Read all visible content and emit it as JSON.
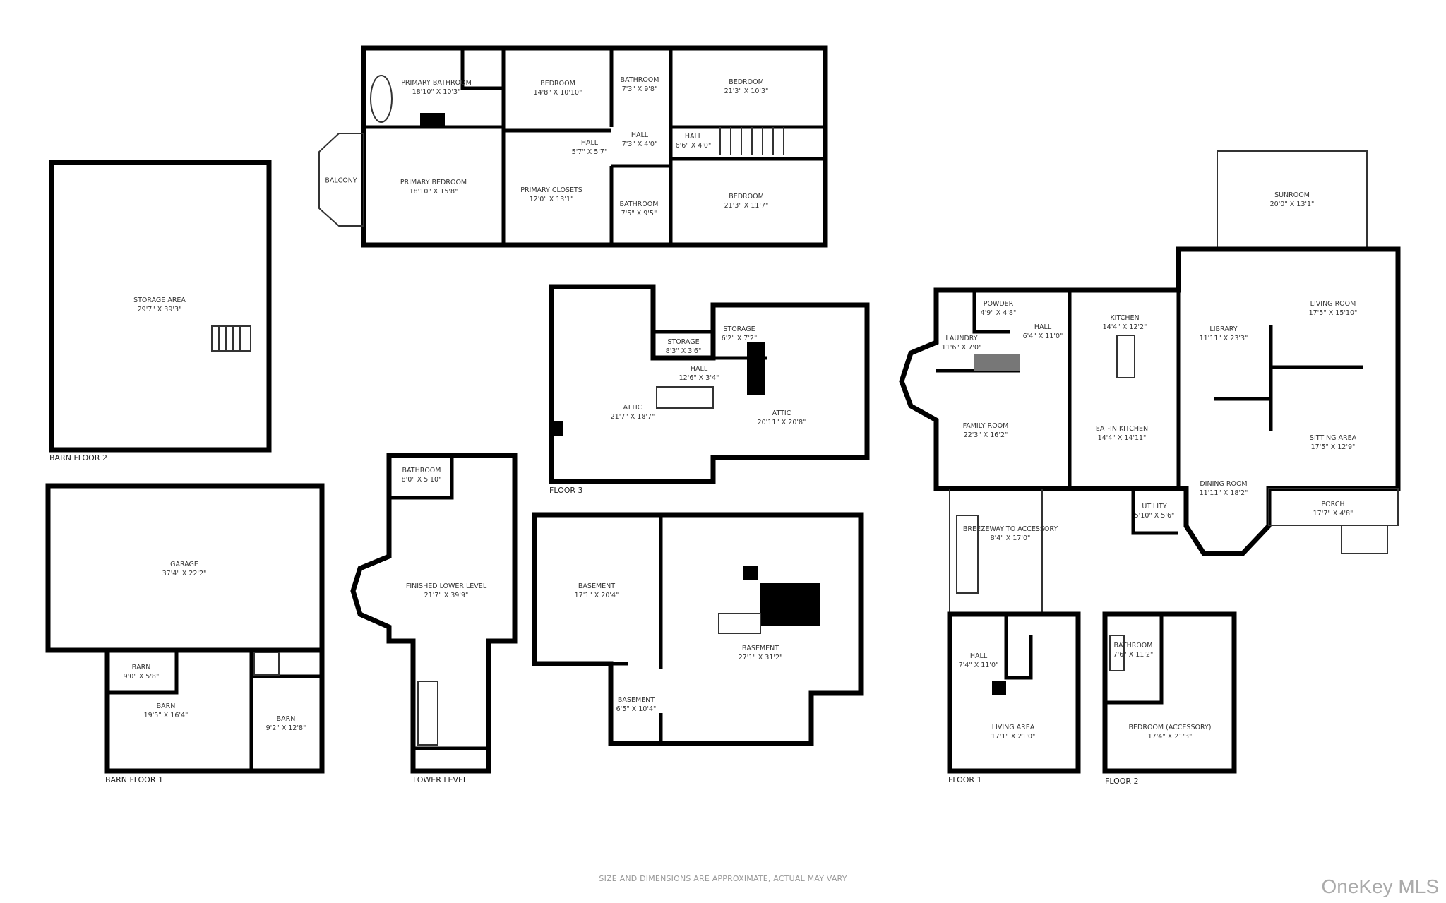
{
  "plans": [
    {
      "title": "",
      "rooms": [
        {
          "name": "Primary Bathroom",
          "dims": "18'10\" x 10'3\""
        },
        {
          "name": "Bedroom",
          "dims": "14'8\" x 10'10\""
        },
        {
          "name": "Bathroom",
          "dims": "7'3\" x 9'8\""
        },
        {
          "name": "Bedroom",
          "dims": "21'3\" x 10'3\""
        },
        {
          "name": "Hall",
          "dims": "5'7\" x 5'7\""
        },
        {
          "name": "Hall",
          "dims": "7'3\" x 4'0\""
        },
        {
          "name": "Hall",
          "dims": "6'6\" x 4'0\""
        },
        {
          "name": "Balcony",
          "dims": ""
        },
        {
          "name": "Primary Bedroom",
          "dims": "18'10\" x 15'8\""
        },
        {
          "name": "Primary Closets",
          "dims": "12'0\" x 13'1\""
        },
        {
          "name": "Bathroom",
          "dims": "7'5\" x 9'5\""
        },
        {
          "name": "Bedroom",
          "dims": "21'3\" x 11'7\""
        }
      ]
    },
    {
      "title": "Barn Floor 2",
      "rooms": [
        {
          "name": "Storage Area",
          "dims": "29'7\" x 39'3\""
        }
      ]
    },
    {
      "title": "Floor 3",
      "rooms": [
        {
          "name": "Attic",
          "dims": "21'7\" x 18'7\""
        },
        {
          "name": "Storage",
          "dims": "8'3\" x 3'6\""
        },
        {
          "name": "Storage",
          "dims": "6'2\" x 7'2\""
        },
        {
          "name": "Hall",
          "dims": "12'6\" x 3'4\""
        },
        {
          "name": "Attic",
          "dims": "20'11\" x 20'8\""
        }
      ]
    },
    {
      "title": "Barn Floor 1",
      "rooms": [
        {
          "name": "Garage",
          "dims": "37'4\" x 22'2\""
        },
        {
          "name": "Barn",
          "dims": "9'0\" x 5'8\""
        },
        {
          "name": "Barn",
          "dims": "19'5\" x 16'4\""
        },
        {
          "name": "Barn",
          "dims": "9'2\" x 12'8\""
        }
      ]
    },
    {
      "title": "Lower Level",
      "rooms": [
        {
          "name": "Bathroom",
          "dims": "8'0\" x 5'10\""
        },
        {
          "name": "Finished Lower Level",
          "dims": "21'7\" x 39'9\""
        }
      ]
    },
    {
      "title": "",
      "rooms": [
        {
          "name": "Basement",
          "dims": "17'1\" x 20'4\""
        },
        {
          "name": "Basement",
          "dims": "27'1\" x 31'2\""
        },
        {
          "name": "Basement",
          "dims": "6'5\" x 10'4\""
        }
      ]
    },
    {
      "title": "",
      "rooms": [
        {
          "name": "Sunroom",
          "dims": "20'0\" x 13'1\""
        },
        {
          "name": "Powder",
          "dims": "4'9\" x 4'8\""
        },
        {
          "name": "Hall",
          "dims": "6'4\" x 11'0\""
        },
        {
          "name": "Laundry",
          "dims": "11'6\" x 7'0\""
        },
        {
          "name": "Kitchen",
          "dims": "14'4\" x 12'2\""
        },
        {
          "name": "Library",
          "dims": "11'11\" x 23'3\""
        },
        {
          "name": "Living Room",
          "dims": "17'5\" x 15'10\""
        },
        {
          "name": "Family Room",
          "dims": "22'3\" x 16'2\""
        },
        {
          "name": "Eat-In Kitchen",
          "dims": "14'4\" x 14'11\""
        },
        {
          "name": "Sitting Area",
          "dims": "17'5\" x 12'9\""
        },
        {
          "name": "Dining Room",
          "dims": "11'11\" x 18'2\""
        },
        {
          "name": "Utility",
          "dims": "5'10\" x 5'6\""
        },
        {
          "name": "Porch",
          "dims": "17'7\" x 4'8\""
        },
        {
          "name": "Breezeway to Accessory",
          "dims": "8'4\" x 17'0\""
        }
      ]
    },
    {
      "title": "Floor 1",
      "rooms": [
        {
          "name": "Hall",
          "dims": "7'4\" x 11'0\""
        },
        {
          "name": "Living Area",
          "dims": "17'1\" x 21'0\""
        }
      ]
    },
    {
      "title": "Floor 2",
      "rooms": [
        {
          "name": "Bathroom",
          "dims": "7'6\" x 11'2\""
        },
        {
          "name": "Bedroom (Accessory)",
          "dims": "17'4\" x 21'3\""
        }
      ]
    }
  ],
  "footer": {
    "note": "SIZE AND DIMENSIONS ARE APPROXIMATE, ACTUAL MAY VARY",
    "brand": "OneKey MLS"
  }
}
